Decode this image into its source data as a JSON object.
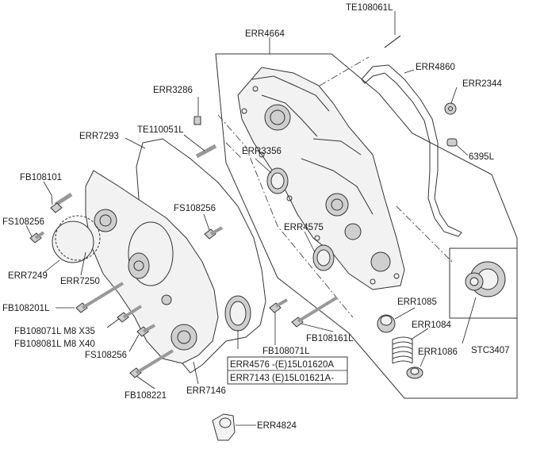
{
  "labels": {
    "te108061l": "TE108061L",
    "err4664": "ERR4664",
    "err4860": "ERR4860",
    "err2344": "ERR2344",
    "err3286": "ERR3286",
    "err7293": "ERR7293",
    "te110051l": "TE110051L",
    "err3356": "ERR3356",
    "l6395": "6395L",
    "fb108101": "FB108101",
    "fs108256_left": "FS108256",
    "fs108256_mid": "FS108256",
    "err4575": "ERR4575",
    "err7249": "ERR7249",
    "err7250": "ERR7250",
    "fb108201l": "FB108201L",
    "fb108071l_m8": "FB108071L M8 X35",
    "fb108081l_m8": "FB108081L M8 X40",
    "fs108256_low": "FS108256",
    "fb108221": "FB108221",
    "err7146": "ERR7146",
    "fb108071l": "FB108071L",
    "fb108161l": "FB108161L",
    "err1085": "ERR1085",
    "err1084": "ERR1084",
    "err1086": "ERR1086",
    "stc3407": "STC3407",
    "err4576": "ERR4576 -(E)15L01620A",
    "err7143": "ERR7143 (E)15L01621A-",
    "err4824": "ERR4824"
  }
}
